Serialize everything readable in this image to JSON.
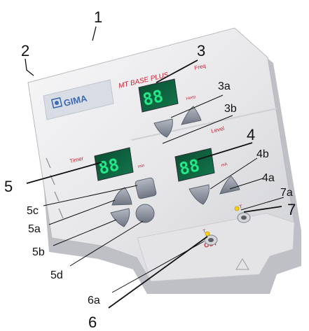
{
  "device": {
    "brand": "GIMA",
    "model": "MT BASE PLUS",
    "freq_label": "Freq",
    "freq_unit": "Hertz",
    "level_label": "Level",
    "level_unit": "mA",
    "timer_label": "Timer",
    "timer_unit": "min",
    "out_label": "OUT",
    "display_digits": "88",
    "out_marker": "T",
    "out_marker_2": "T"
  },
  "callouts": {
    "c1": "1",
    "c2": "2",
    "c3": "3",
    "c3a": "3a",
    "c3b": "3b",
    "c4": "4",
    "c4a": "4a",
    "c4b": "4b",
    "c5": "5",
    "c5a": "5a",
    "c5b": "5b",
    "c5c": "5c",
    "c5d": "5d",
    "c6": "6",
    "c6a": "6a",
    "c7": "7",
    "c7a": "7a"
  },
  "colors": {
    "body": "#e7e7e9",
    "led_bg": "#0e5e3e",
    "led_digit": "#22e888",
    "label_red": "#cc2233",
    "button": "#8f96a3",
    "indicator": "#ffd200"
  }
}
